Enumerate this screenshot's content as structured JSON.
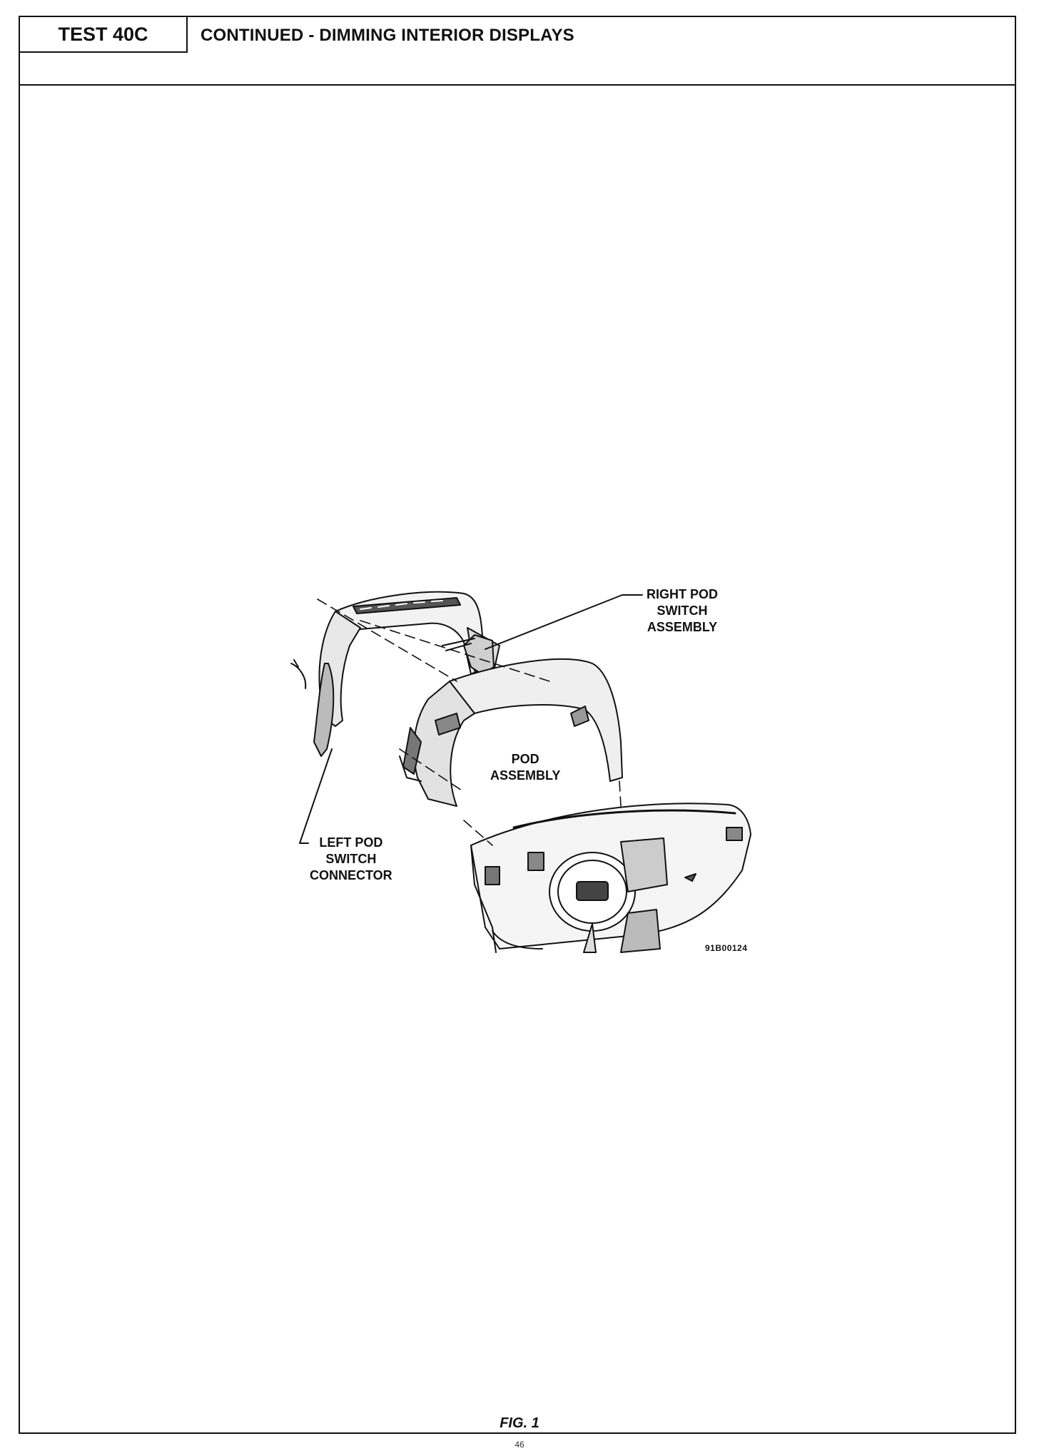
{
  "header": {
    "test_label": "TEST 40C",
    "title": "CONTINUED - DIMMING INTERIOR DISPLAYS"
  },
  "diagram": {
    "labels": {
      "right_pod": "RIGHT POD\nSWITCH\nASSEMBLY",
      "pod_assembly": "POD\nASSEMBLY",
      "left_pod": "LEFT POD\nSWITCH\nCONNECTOR"
    },
    "figure_code": "91B00124"
  },
  "footer": {
    "caption": "FIG. 1",
    "page_number": "46"
  }
}
